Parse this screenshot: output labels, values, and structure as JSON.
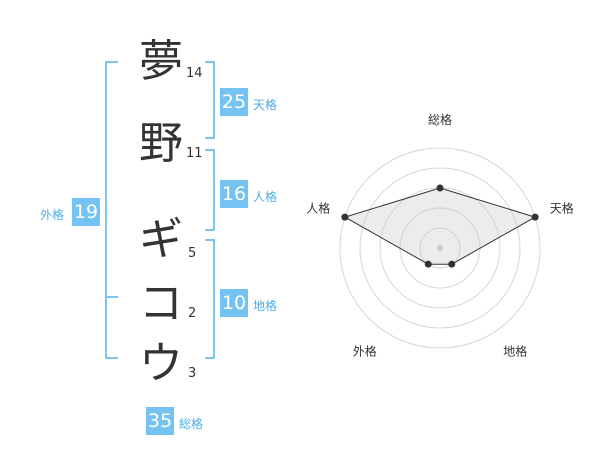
{
  "name": {
    "chars": [
      {
        "char": "夢",
        "strokes": "14"
      },
      {
        "char": "野",
        "strokes": "11"
      },
      {
        "char": "ギ",
        "strokes": "5"
      },
      {
        "char": "コ",
        "strokes": "2"
      },
      {
        "char": "ウ",
        "strokes": "3"
      }
    ]
  },
  "kakusu": {
    "tenkaku": {
      "value": "25",
      "label": "天格"
    },
    "jinkaku": {
      "value": "16",
      "label": "人格"
    },
    "chikaku": {
      "value": "10",
      "label": "地格"
    },
    "gaikaku": {
      "value": "19",
      "label": "外格"
    },
    "soukaku": {
      "value": "35",
      "label": "総格"
    }
  },
  "chart_data": {
    "type": "radar",
    "axes": [
      "総格",
      "天格",
      "地格",
      "外格",
      "人格"
    ],
    "values": [
      3,
      5,
      1,
      1,
      5
    ],
    "scale_max": 5,
    "rings": 5
  },
  "colors": {
    "accent": "#74c3f2",
    "bracket": "#7cc4ef",
    "label": "#4aaee8",
    "text": "#333333"
  }
}
